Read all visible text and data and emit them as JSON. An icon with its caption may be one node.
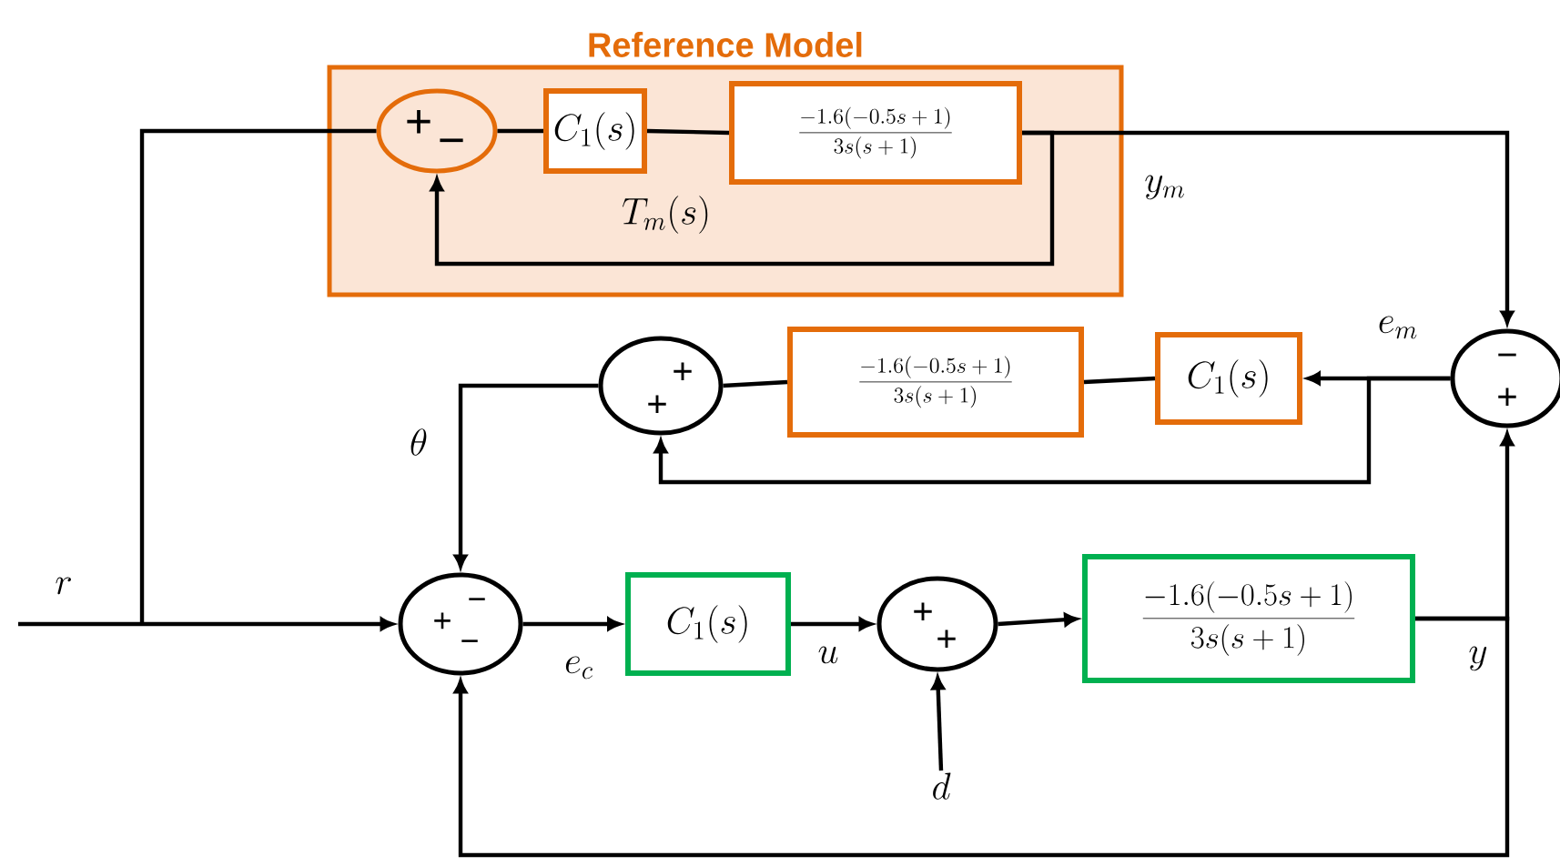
{
  "diagram": {
    "nodes": [
      {
        "text": [
          "Reference Model"
        ]
      },
      {
        "text": [
          "+",
          "−"
        ],
        "in": 0
      },
      {
        "text": [
          "C_1(s)"
        ],
        "in": 0
      },
      {
        "text": [
          "\\frac{-1.6(-0.5s+1)}{3s(s+1)}"
        ],
        "in": 0
      },
      {
        "text": [
          "−",
          "+"
        ]
      },
      {
        "text": [
          "C_1(s)"
        ]
      },
      {
        "text": [
          "\\frac{-1.6(-0.5s+1)}{3s(s+1)}"
        ]
      },
      {
        "text": [
          "+",
          "+"
        ]
      },
      {
        "text": [
          "+",
          "−",
          "−"
        ]
      },
      {
        "text": [
          "C_1(s)"
        ]
      },
      {
        "text": [
          "+",
          "+"
        ]
      },
      {
        "text": [
          "\\frac{-1.6(-0.5s+1)}{3s(s+1)}"
        ]
      },
      {
        "text": [
          "d"
        ]
      }
    ],
    "edges": [
      {
        "from": null,
        "to": 8,
        "arrow": "to",
        "label": "r"
      },
      {
        "from": null,
        "to": 1,
        "arrow": "none"
      },
      {
        "from": 1,
        "to": 2,
        "arrow": "none"
      },
      {
        "from": 2,
        "to": 3,
        "arrow": "none"
      },
      {
        "from": 3,
        "to": 1,
        "arrow": "to"
      },
      {
        "from": 3,
        "to": 4,
        "arrow": "to",
        "label": "y_m"
      },
      {
        "from": 4,
        "to": 5,
        "arrow": "to",
        "label": "e_m"
      },
      {
        "from": 5,
        "to": 6,
        "arrow": "none"
      },
      {
        "from": 6,
        "to": 7,
        "arrow": "none"
      },
      {
        "from": 4,
        "to": 7,
        "arrow": "to"
      },
      {
        "from": 7,
        "to": 8,
        "arrow": "to",
        "label": "\\theta"
      },
      {
        "from": 8,
        "to": 9,
        "arrow": "to",
        "label": "e_c"
      },
      {
        "from": 9,
        "to": 10,
        "arrow": "to",
        "label": "u"
      },
      {
        "from": 10,
        "to": 11,
        "arrow": "to"
      },
      {
        "from": 11,
        "to": 4,
        "arrow": "to",
        "label": "y"
      },
      {
        "from": 11,
        "to": 8,
        "arrow": "to"
      },
      {
        "from": 12,
        "to": 10,
        "arrow": "to"
      }
    ],
    "labels": [
      "T_m(s)"
    ]
  }
}
